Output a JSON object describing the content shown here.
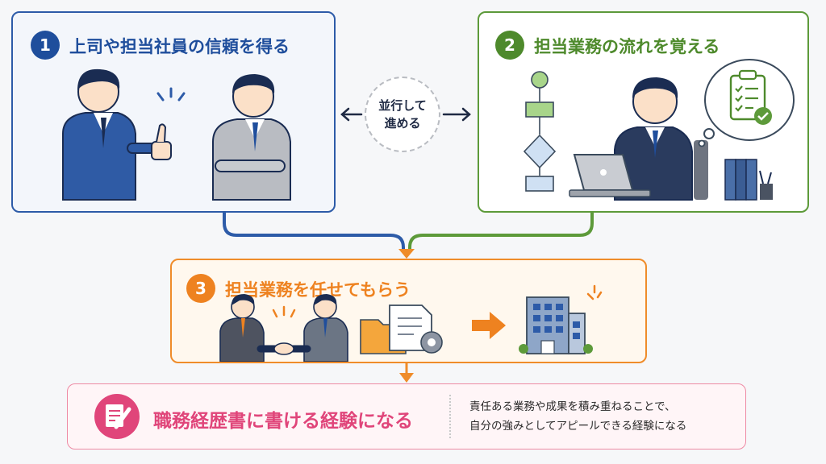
{
  "step1": {
    "number": "1",
    "title": "上司や担当社員の信頼を得る",
    "color": "#1f4e9c"
  },
  "step2": {
    "number": "2",
    "title": "担当業務の流れを覚える",
    "color": "#4e8a2c"
  },
  "step3": {
    "number": "3",
    "title": "担当業務を任せてもらう",
    "color": "#ee8220"
  },
  "parallel_note": {
    "line1": "並行して",
    "line2": "進める"
  },
  "result": {
    "title": "職務経歴書に書ける経験になる",
    "desc_line1": "責任ある業務や成果を積み重ねることで、",
    "desc_line2": "自分の強みとしてアピールできる経験になる",
    "color": "#e0457a"
  },
  "icons": [
    "thumbs-up-icon",
    "flowchart-icon",
    "checklist-icon",
    "laptop-icon",
    "binder-icon",
    "handshake-icon",
    "folder-icon",
    "gear-icon",
    "arrow-right-icon",
    "building-icon",
    "pencil-note-icon"
  ]
}
